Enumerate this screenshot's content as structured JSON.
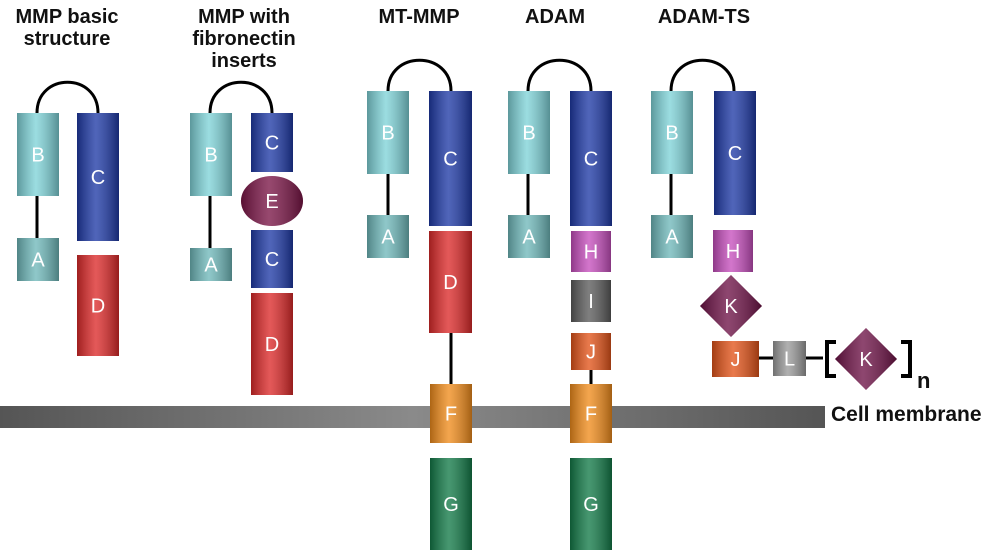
{
  "columns": [
    {
      "id": "mmp-basic",
      "title_lines": [
        "MMP basic",
        "structure"
      ]
    },
    {
      "id": "mmp-fibronectin",
      "title_lines": [
        "MMP with",
        "fibronectin",
        "inserts"
      ]
    },
    {
      "id": "mt-mmp",
      "title_lines": [
        "MT-MMP"
      ]
    },
    {
      "id": "adam",
      "title_lines": [
        "ADAM"
      ]
    },
    {
      "id": "adam-ts",
      "title_lines": [
        "ADAM-TS"
      ]
    }
  ],
  "membrane": {
    "label": "Cell membrane",
    "color": "#7a7a7a"
  },
  "repeat": {
    "subscript": "n"
  },
  "domains": {
    "A": {
      "label": "A",
      "color": "#6fb8ba"
    },
    "B": {
      "label": "B",
      "color": "#7fd3d8"
    },
    "C": {
      "label": "C",
      "color": "#1f3aa6"
    },
    "D": {
      "label": "D",
      "color": "#dc2a2a"
    },
    "E": {
      "label": "E",
      "color": "#7a1546"
    },
    "F": {
      "label": "F",
      "color": "#f08c1c"
    },
    "G": {
      "label": "G",
      "color": "#137a48"
    },
    "H": {
      "label": "H",
      "color": "#c64fbd"
    },
    "I": {
      "label": "I",
      "color": "#5b5b5b"
    },
    "J": {
      "label": "J",
      "color": "#e2541a"
    },
    "K": {
      "label": "K",
      "color": "#6e1347"
    },
    "L": {
      "label": "L",
      "color": "#9a9a9a"
    }
  }
}
